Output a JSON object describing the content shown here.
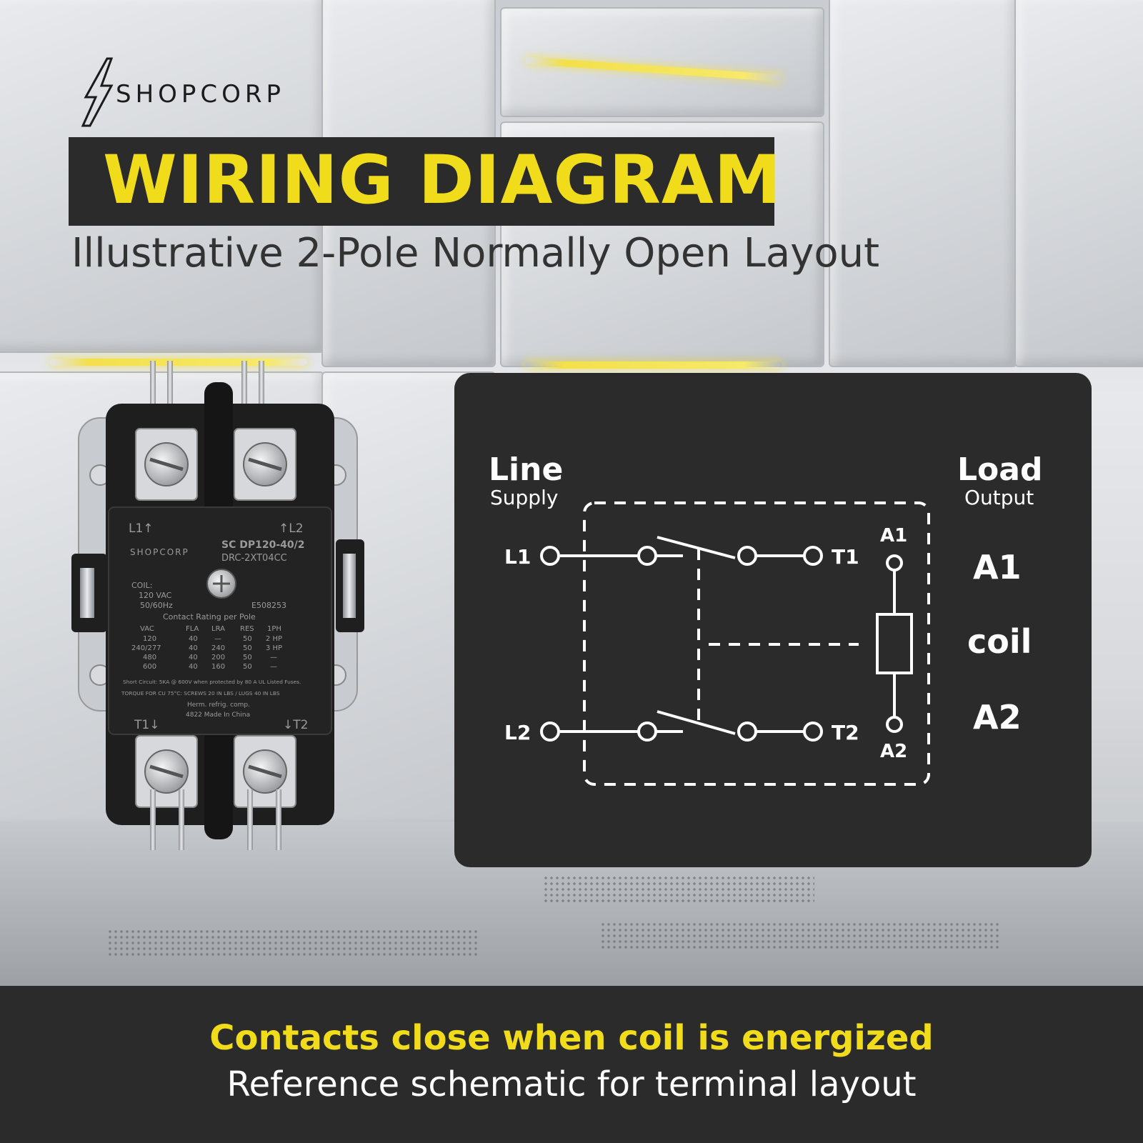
{
  "brand": {
    "name": "SHOPCORP"
  },
  "header": {
    "title": "WIRING DIAGRAM",
    "subtitle": "Illustrative 2-Pole Normally Open Layout"
  },
  "product": {
    "label_top_left": "L1↑",
    "label_top_right": "↑L2",
    "label_bottom_left": "T1↓",
    "label_bottom_right": "↓T2",
    "brand": "SHOPCORP",
    "model_1": "SC DP120-40/2",
    "model_2": "DRC-2XT04CC",
    "coil_1": "COIL:",
    "coil_2": "120 VAC",
    "coil_3": "50/60Hz",
    "cert_code": "E508253",
    "rating_title": "Contact Rating per Pole",
    "rating_headers": [
      "VAC",
      "FLA",
      "LRA",
      "RES",
      "1PH"
    ],
    "rating_rows": [
      [
        "120",
        "40",
        "—",
        "50",
        "2 HP"
      ],
      [
        "240/277",
        "40",
        "240",
        "50",
        "3 HP"
      ],
      [
        "480",
        "40",
        "200",
        "50",
        "—"
      ],
      [
        "600",
        "40",
        "160",
        "50",
        "—"
      ]
    ],
    "note_1": "Short Circuit: 5KA @ 600V when protected by 80 A UL Listed Fuses.",
    "note_2": "TORQUE FOR CU 75°C: SCREWS 20 IN LBS / LUGS 40 IN LBS",
    "note_3": "Herm. refrig. comp.",
    "note_4": "4822   Made In China"
  },
  "schematic": {
    "line_title": "Line",
    "line_sub": "Supply",
    "load_title": "Load",
    "load_sub": "Output",
    "term_L1": "L1",
    "term_L2": "L2",
    "term_T1": "T1",
    "term_T2": "T2",
    "coil_top": "A1",
    "coil_bottom": "A2",
    "side_A1": "A1",
    "side_coil": "coil",
    "side_A2": "A2"
  },
  "footer": {
    "line1": "Contacts close when coil is energized",
    "line2": "Reference schematic for terminal layout"
  },
  "colors": {
    "accent": "#f1dc1b",
    "dark": "#2b2b2b"
  }
}
